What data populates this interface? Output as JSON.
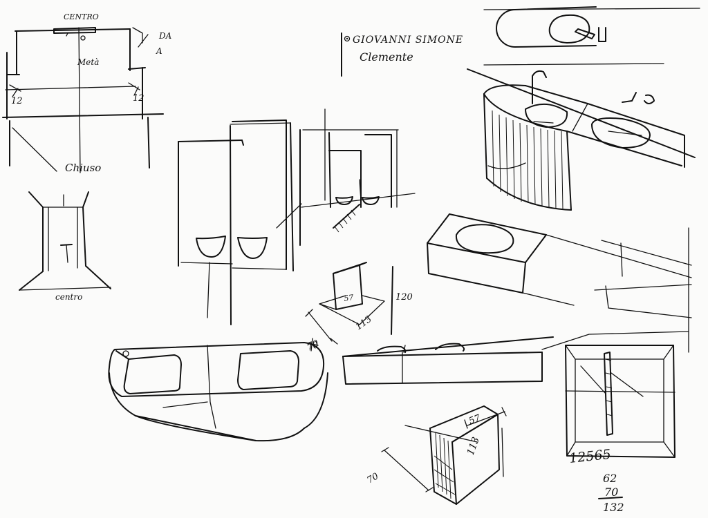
{
  "sheet": {
    "designer_name": "GIOVANNI SIMONE",
    "designer_surname": "Clemente"
  },
  "labels": {
    "centro_top": "CENTRO",
    "da": "DA",
    "a": "A",
    "meta": "Metà",
    "dim_left": "12",
    "dim_right": "12",
    "chiuso": "Chiuso",
    "centro_bottom": "centro",
    "box_width": "57",
    "box_depth": "113",
    "box_height": "120",
    "box_side": "70",
    "counter_side": "70",
    "cube_width": "57",
    "cube_depth": "113"
  },
  "calculation": {
    "reference": "12565",
    "addend_1": "62",
    "addend_2": "70",
    "total": "132"
  },
  "icons": {
    "pin": "circle-pin-icon"
  }
}
